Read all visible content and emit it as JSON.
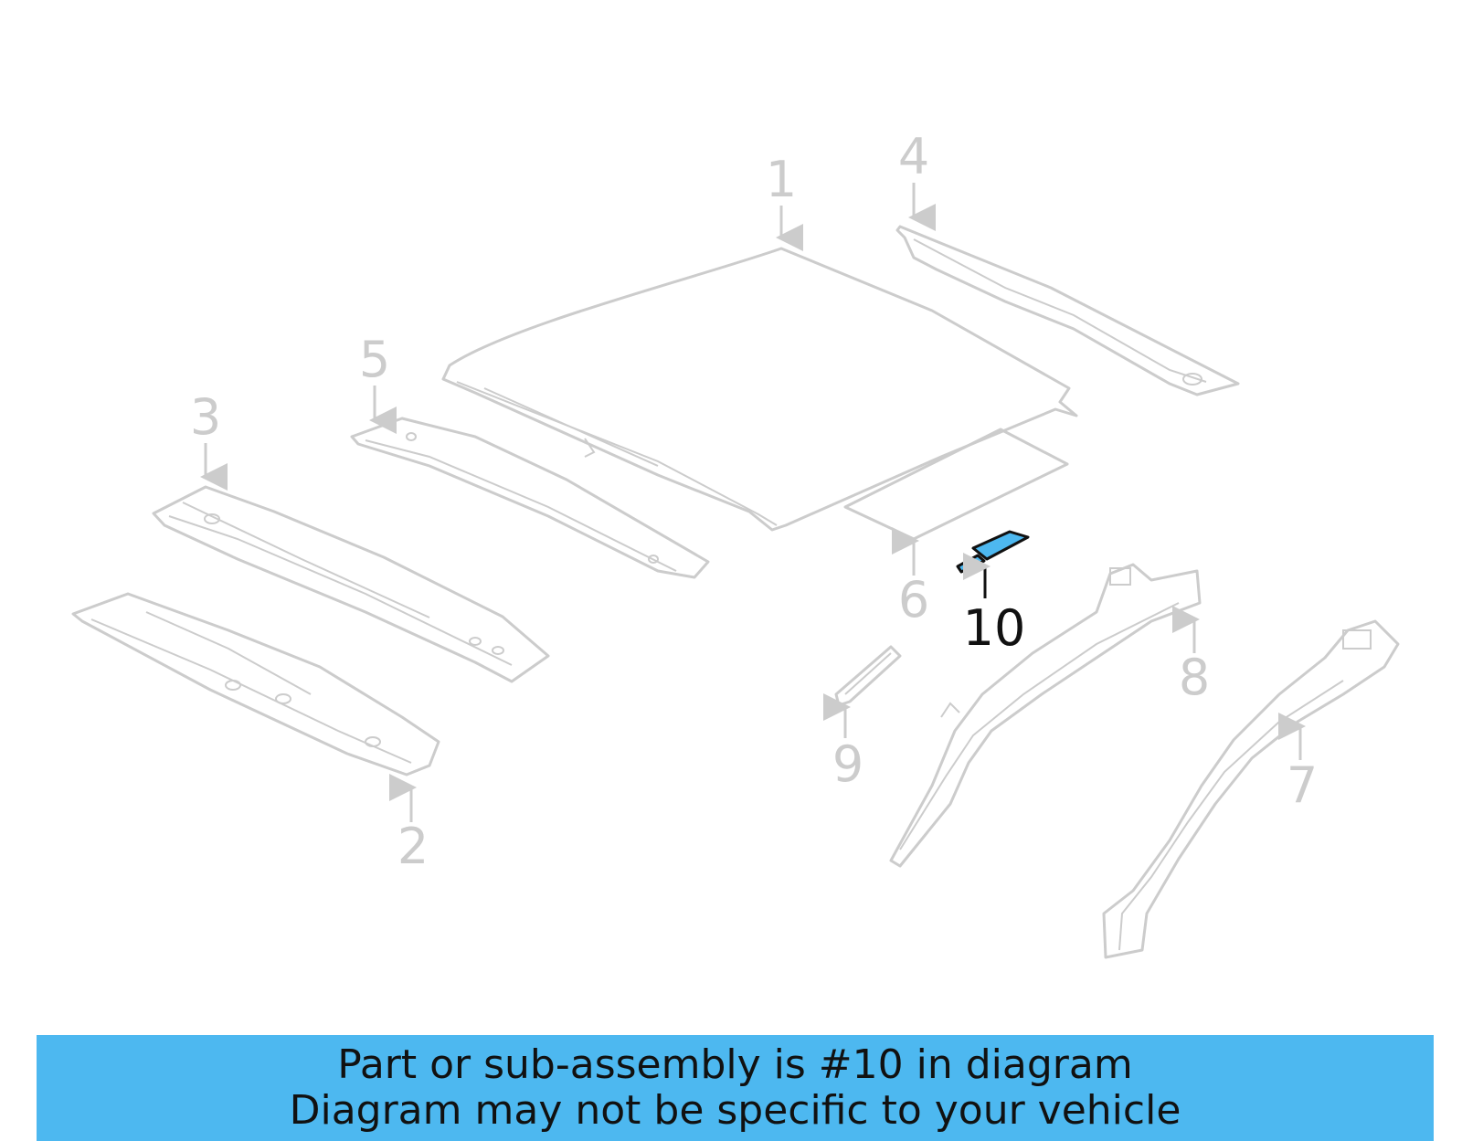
{
  "diagram": {
    "callouts": [
      "1",
      "2",
      "3",
      "4",
      "5",
      "6",
      "7",
      "8",
      "9",
      "10"
    ],
    "highlighted_callout": "10",
    "colors": {
      "part_line": "#cccccc",
      "highlight": "#4db8f0",
      "active_text": "#111111"
    }
  },
  "banner": {
    "line1": "Part or sub-assembly is #10 in diagram",
    "line2": "Diagram may not be specific to your vehicle",
    "background": "#4db8f0"
  }
}
